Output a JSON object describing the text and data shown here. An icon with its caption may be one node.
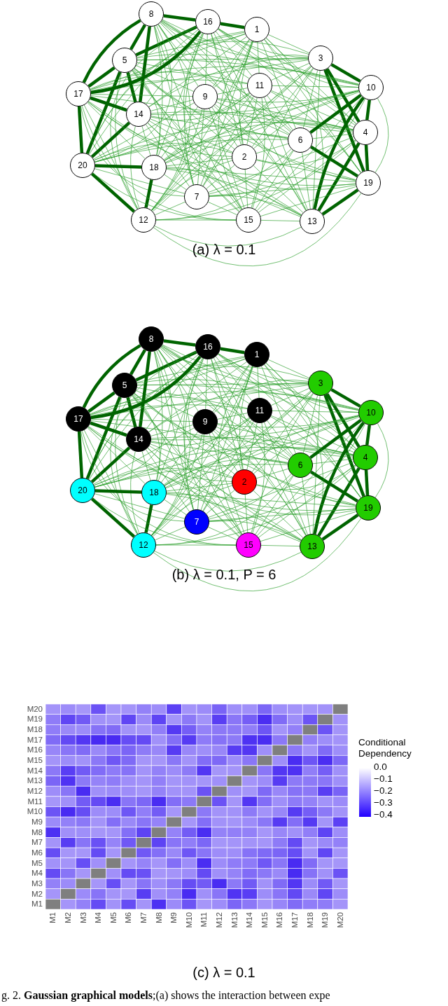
{
  "diagram": {
    "caption": "g. 2. **Gaussian graphical models**;(a) shows the interaction between expe",
    "nodes": [
      {
        "text": [
          "1"
        ]
      },
      {
        "text": [
          "2"
        ]
      },
      {
        "text": [
          "3"
        ]
      },
      {
        "text": [
          "4"
        ]
      },
      {
        "text": [
          "5"
        ]
      },
      {
        "text": [
          "6"
        ]
      },
      {
        "text": [
          "7"
        ]
      },
      {
        "text": [
          "8"
        ]
      },
      {
        "text": [
          "9"
        ]
      },
      {
        "text": [
          "10"
        ]
      },
      {
        "text": [
          "11"
        ]
      },
      {
        "text": [
          "12"
        ]
      },
      {
        "text": [
          "13"
        ]
      },
      {
        "text": [
          "14"
        ]
      },
      {
        "text": [
          "15"
        ]
      },
      {
        "text": [
          "16"
        ]
      },
      {
        "text": [
          "17"
        ]
      },
      {
        "text": [
          "18"
        ]
      },
      {
        "text": [
          "19"
        ]
      },
      {
        "text": [
          "20"
        ]
      },
      {
        "text": [
          "1"
        ]
      },
      {
        "text": [
          "2"
        ]
      },
      {
        "text": [
          "3"
        ]
      },
      {
        "text": [
          "4"
        ]
      },
      {
        "text": [
          "5"
        ]
      },
      {
        "text": [
          "6"
        ]
      },
      {
        "text": [
          "7"
        ]
      },
      {
        "text": [
          "8"
        ]
      },
      {
        "text": [
          "9"
        ]
      },
      {
        "text": [
          "10"
        ]
      },
      {
        "text": [
          "11"
        ]
      },
      {
        "text": [
          "12"
        ]
      },
      {
        "text": [
          "13"
        ]
      },
      {
        "text": [
          "14"
        ]
      },
      {
        "text": [
          "15"
        ]
      },
      {
        "text": [
          "16"
        ]
      },
      {
        "text": [
          "17"
        ]
      },
      {
        "text": [
          "18"
        ]
      },
      {
        "text": [
          "19"
        ]
      },
      {
        "text": [
          "20"
        ]
      }
    ],
    "edges": [
      {
        "from": 0,
        "to": 1,
        "arrow": "none"
      },
      {
        "from": 0,
        "to": 2,
        "arrow": "none"
      },
      {
        "from": 0,
        "to": 3,
        "arrow": "none"
      },
      {
        "from": 0,
        "to": 4,
        "arrow": "none"
      },
      {
        "from": 0,
        "to": 5,
        "arrow": "none"
      },
      {
        "from": 0,
        "to": 6,
        "arrow": "none"
      },
      {
        "from": 0,
        "to": 7,
        "arrow": "none"
      },
      {
        "from": 0,
        "to": 8,
        "arrow": "none"
      },
      {
        "from": 0,
        "to": 9,
        "arrow": "none"
      },
      {
        "from": 0,
        "to": 10,
        "arrow": "none"
      },
      {
        "from": 0,
        "to": 11,
        "arrow": "none"
      },
      {
        "from": 0,
        "to": 12,
        "arrow": "none"
      },
      {
        "from": 0,
        "to": 13,
        "arrow": "none"
      },
      {
        "from": 0,
        "to": 14,
        "arrow": "none"
      },
      {
        "from": 0,
        "to": 15,
        "arrow": "none",
        "style": "thick",
        "color": "#006400"
      },
      {
        "from": 0,
        "to": 16,
        "arrow": "none"
      },
      {
        "from": 0,
        "to": 17,
        "arrow": "none"
      },
      {
        "from": 0,
        "to": 18,
        "arrow": "none"
      },
      {
        "from": 0,
        "to": 19,
        "arrow": "none"
      },
      {
        "from": 1,
        "to": 2,
        "arrow": "none"
      },
      {
        "from": 1,
        "to": 3,
        "arrow": "none"
      },
      {
        "from": 1,
        "to": 4,
        "arrow": "none"
      },
      {
        "from": 1,
        "to": 5,
        "arrow": "none"
      },
      {
        "from": 1,
        "to": 6,
        "arrow": "none"
      },
      {
        "from": 1,
        "to": 7,
        "arrow": "none"
      },
      {
        "from": 1,
        "to": 8,
        "arrow": "none"
      },
      {
        "from": 1,
        "to": 9,
        "arrow": "none"
      },
      {
        "from": 1,
        "to": 10,
        "arrow": "none"
      },
      {
        "from": 1,
        "to": 11,
        "arrow": "none"
      },
      {
        "from": 1,
        "to": 12,
        "arrow": "none"
      },
      {
        "from": 1,
        "to": 13,
        "arrow": "none"
      },
      {
        "from": 1,
        "to": 14,
        "arrow": "none"
      },
      {
        "from": 1,
        "to": 15,
        "arrow": "none"
      },
      {
        "from": 1,
        "to": 16,
        "arrow": "none"
      },
      {
        "from": 1,
        "to": 17,
        "arrow": "none"
      },
      {
        "from": 1,
        "to": 18,
        "arrow": "none"
      },
      {
        "from": 1,
        "to": 19,
        "arrow": "none"
      },
      {
        "from": 2,
        "to": 3,
        "arrow": "none",
        "style": "thick",
        "color": "#006400"
      },
      {
        "from": 2,
        "to": 4,
        "arrow": "none"
      },
      {
        "from": 2,
        "to": 5,
        "arrow": "none"
      },
      {
        "from": 2,
        "to": 6,
        "arrow": "none"
      },
      {
        "from": 2,
        "to": 7,
        "arrow": "none"
      },
      {
        "from": 2,
        "to": 8,
        "arrow": "none"
      },
      {
        "from": 2,
        "to": 9,
        "arrow": "none",
        "style": "thick",
        "color": "#006400"
      },
      {
        "from": 2,
        "to": 10,
        "arrow": "none"
      },
      {
        "from": 2,
        "to": 11,
        "arrow": "none"
      },
      {
        "from": 2,
        "to": 12,
        "arrow": "none"
      },
      {
        "from": 2,
        "to": 13,
        "arrow": "none"
      },
      {
        "from": 2,
        "to": 14,
        "arrow": "none"
      },
      {
        "from": 2,
        "to": 15,
        "arrow": "none"
      },
      {
        "from": 2,
        "to": 16,
        "arrow": "none"
      },
      {
        "from": 2,
        "to": 17,
        "arrow": "none"
      },
      {
        "from": 2,
        "to": 18,
        "arrow": "none",
        "style": "thick",
        "color": "#006400"
      },
      {
        "from": 2,
        "to": 19,
        "arrow": "none"
      },
      {
        "from": 3,
        "to": 4,
        "arrow": "none"
      },
      {
        "from": 3,
        "to": 5,
        "arrow": "none"
      },
      {
        "from": 3,
        "to": 6,
        "arrow": "none"
      },
      {
        "from": 3,
        "to": 7,
        "arrow": "none"
      },
      {
        "from": 3,
        "to": 8,
        "arrow": "none"
      },
      {
        "from": 3,
        "to": 9,
        "arrow": "none",
        "style": "thick",
        "color": "#006400"
      },
      {
        "from": 3,
        "to": 10,
        "arrow": "none"
      },
      {
        "from": 3,
        "to": 11,
        "arrow": "none"
      },
      {
        "from": 3,
        "to": 12,
        "arrow": "none",
        "style": "thick",
        "color": "#006400"
      },
      {
        "from": 3,
        "to": 13,
        "arrow": "none"
      },
      {
        "from": 3,
        "to": 14,
        "arrow": "none"
      },
      {
        "from": 3,
        "to": 15,
        "arrow": "none"
      },
      {
        "from": 3,
        "to": 16,
        "arrow": "none"
      },
      {
        "from": 3,
        "to": 17,
        "arrow": "none"
      },
      {
        "from": 3,
        "to": 18,
        "arrow": "none",
        "style": "thick",
        "color": "#006400"
      },
      {
        "from": 3,
        "to": 19,
        "arrow": "none"
      },
      {
        "from": 4,
        "to": 5,
        "arrow": "none"
      },
      {
        "from": 4,
        "to": 6,
        "arrow": "none"
      },
      {
        "from": 4,
        "to": 7,
        "arrow": "none",
        "style": "thick",
        "color": "#006400"
      },
      {
        "from": 4,
        "to": 8,
        "arrow": "none"
      },
      {
        "from": 4,
        "to": 9,
        "arrow": "none"
      },
      {
        "from": 4,
        "to": 10,
        "arrow": "none"
      },
      {
        "from": 4,
        "to": 11,
        "arrow": "none"
      },
      {
        "from": 4,
        "to": 12,
        "arrow": "none"
      },
      {
        "from": 4,
        "to": 13,
        "arrow": "none",
        "style": "thick",
        "color": "#006400"
      },
      {
        "from": 4,
        "to": 14,
        "arrow": "none"
      },
      {
        "from": 4,
        "to": 15,
        "arrow": "none",
        "style": "thick",
        "color": "#006400"
      },
      {
        "from": 4,
        "to": 16,
        "arrow": "none",
        "style": "thick",
        "color": "#006400"
      },
      {
        "from": 4,
        "to": 17,
        "arrow": "none"
      },
      {
        "from": 4,
        "to": 18,
        "arrow": "none"
      },
      {
        "from": 4,
        "to": 19,
        "arrow": "none",
        "style": "thick",
        "color": "#006400"
      },
      {
        "from": 5,
        "to": 6,
        "arrow": "none"
      },
      {
        "from": 5,
        "to": 7,
        "arrow": "none"
      },
      {
        "from": 5,
        "to": 8,
        "arrow": "none"
      },
      {
        "from": 5,
        "to": 9,
        "arrow": "none",
        "style": "thick",
        "color": "#006400"
      },
      {
        "from": 5,
        "to": 10,
        "arrow": "none"
      },
      {
        "from": 5,
        "to": 11,
        "arrow": "none"
      },
      {
        "from": 5,
        "to": 12,
        "arrow": "none"
      },
      {
        "from": 5,
        "to": 13,
        "arrow": "none"
      },
      {
        "from": 5,
        "to": 14,
        "arrow": "none"
      },
      {
        "from": 5,
        "to": 15,
        "arrow": "none"
      },
      {
        "from": 5,
        "to": 16,
        "arrow": "none"
      },
      {
        "from": 5,
        "to": 17,
        "arrow": "none"
      },
      {
        "from": 5,
        "to": 18,
        "arrow": "none",
        "style": "thick",
        "color": "#006400"
      },
      {
        "from": 5,
        "to": 19,
        "arrow": "none"
      },
      {
        "from": 6,
        "to": 7,
        "arrow": "none"
      },
      {
        "from": 6,
        "to": 8,
        "arrow": "none"
      },
      {
        "from": 6,
        "to": 9,
        "arrow": "none"
      },
      {
        "from": 6,
        "to": 10,
        "arrow": "none"
      },
      {
        "from": 6,
        "to": 11,
        "arrow": "none"
      },
      {
        "from": 6,
        "to": 12,
        "arrow": "none"
      },
      {
        "from": 6,
        "to": 13,
        "arrow": "none"
      },
      {
        "from": 6,
        "to": 14,
        "arrow": "none"
      },
      {
        "from": 6,
        "to": 15,
        "arrow": "none"
      },
      {
        "from": 6,
        "to": 16,
        "arrow": "none"
      },
      {
        "from": 6,
        "to": 17,
        "arrow": "none"
      },
      {
        "from": 6,
        "to": 18,
        "arrow": "none"
      },
      {
        "from": 6,
        "to": 19,
        "arrow": "none"
      },
      {
        "from": 7,
        "to": 8,
        "arrow": "none"
      },
      {
        "from": 7,
        "to": 9,
        "arrow": "none"
      },
      {
        "from": 7,
        "to": 10,
        "arrow": "none"
      },
      {
        "from": 7,
        "to": 11,
        "arrow": "none"
      },
      {
        "from": 7,
        "to": 12,
        "arrow": "none"
      },
      {
        "from": 7,
        "to": 13,
        "arrow": "none",
        "style": "thick",
        "color": "#006400"
      },
      {
        "from": 7,
        "to": 14,
        "arrow": "none"
      },
      {
        "from": 7,
        "to": 15,
        "arrow": "none",
        "style": "thick",
        "color": "#006400"
      },
      {
        "from": 7,
        "to": 16,
        "arrow": "none",
        "style": "thick",
        "color": "#006400"
      },
      {
        "from": 7,
        "to": 17,
        "arrow": "none"
      },
      {
        "from": 7,
        "to": 19,
        "arrow": "none"
      },
      {
        "from": 8,
        "to": 9,
        "arrow": "none"
      },
      {
        "from": 8,
        "to": 10,
        "arrow": "none"
      },
      {
        "from": 8,
        "to": 11,
        "arrow": "none"
      },
      {
        "from": 8,
        "to": 12,
        "arrow": "none"
      },
      {
        "from": 8,
        "to": 13,
        "arrow": "none"
      },
      {
        "from": 8,
        "to": 14,
        "arrow": "none"
      },
      {
        "from": 8,
        "to": 15,
        "arrow": "none"
      },
      {
        "from": 8,
        "to": 16,
        "arrow": "none"
      },
      {
        "from": 8,
        "to": 17,
        "arrow": "none"
      },
      {
        "from": 8,
        "to": 18,
        "arrow": "none"
      },
      {
        "from": 8,
        "to": 19,
        "arrow": "none"
      },
      {
        "from": 9,
        "to": 10,
        "arrow": "none"
      },
      {
        "from": 9,
        "to": 11,
        "arrow": "none"
      },
      {
        "from": 9,
        "to": 12,
        "arrow": "none",
        "style": "thick",
        "color": "#006400"
      },
      {
        "from": 9,
        "to": 13,
        "arrow": "none"
      },
      {
        "from": 9,
        "to": 14,
        "arrow": "none"
      },
      {
        "from": 9,
        "to": 15,
        "arrow": "none"
      },
      {
        "from": 9,
        "to": 16,
        "arrow": "none"
      },
      {
        "from": 9,
        "to": 17,
        "arrow": "none"
      },
      {
        "from": 9,
        "to": 18,
        "arrow": "none"
      },
      {
        "from": 9,
        "to": 19,
        "arrow": "none"
      },
      {
        "from": 10,
        "to": 11,
        "arrow": "none"
      },
      {
        "from": 10,
        "to": 12,
        "arrow": "none"
      },
      {
        "from": 10,
        "to": 13,
        "arrow": "none"
      },
      {
        "from": 10,
        "to": 14,
        "arrow": "none"
      },
      {
        "from": 10,
        "to": 15,
        "arrow": "none"
      },
      {
        "from": 10,
        "to": 16,
        "arrow": "none"
      },
      {
        "from": 10,
        "to": 17,
        "arrow": "none"
      },
      {
        "from": 10,
        "to": 18,
        "arrow": "none"
      },
      {
        "from": 10,
        "to": 19,
        "arrow": "none"
      },
      {
        "from": 11,
        "to": 12,
        "arrow": "none"
      },
      {
        "from": 11,
        "to": 13,
        "arrow": "none"
      },
      {
        "from": 11,
        "to": 14,
        "arrow": "none"
      },
      {
        "from": 11,
        "to": 15,
        "arrow": "none"
      },
      {
        "from": 11,
        "to": 16,
        "arrow": "none"
      },
      {
        "from": 11,
        "to": 17,
        "arrow": "none",
        "style": "thick",
        "color": "#006400"
      },
      {
        "from": 11,
        "to": 18,
        "arrow": "none"
      },
      {
        "from": 11,
        "to": 19,
        "arrow": "none",
        "style": "thick",
        "color": "#006400"
      },
      {
        "from": 12,
        "to": 13,
        "arrow": "none"
      },
      {
        "from": 12,
        "to": 14,
        "arrow": "none"
      },
      {
        "from": 12,
        "to": 15,
        "arrow": "none"
      },
      {
        "from": 12,
        "to": 16,
        "arrow": "none"
      },
      {
        "from": 12,
        "to": 17,
        "arrow": "none"
      },
      {
        "from": 12,
        "to": 18,
        "arrow": "none",
        "style": "thick",
        "color": "#006400"
      },
      {
        "from": 13,
        "to": 14,
        "arrow": "none"
      },
      {
        "from": 13,
        "to": 15,
        "arrow": "none"
      },
      {
        "from": 13,
        "to": 16,
        "arrow": "none",
        "style": "thick",
        "color": "#006400"
      },
      {
        "from": 13,
        "to": 17,
        "arrow": "none"
      },
      {
        "from": 13,
        "to": 18,
        "arrow": "none"
      },
      {
        "from": 13,
        "to": 19,
        "arrow": "none",
        "style": "thick",
        "color": "#006400"
      },
      {
        "from": 14,
        "to": 15,
        "arrow": "none"
      },
      {
        "from": 14,
        "to": 16,
        "arrow": "none"
      },
      {
        "from": 14,
        "to": 17,
        "arrow": "none"
      },
      {
        "from": 14,
        "to": 18,
        "arrow": "none"
      },
      {
        "from": 14,
        "to": 19,
        "arrow": "none"
      },
      {
        "from": 15,
        "to": 16,
        "arrow": "none",
        "style": "thick",
        "color": "#006400"
      },
      {
        "from": 15,
        "to": 17,
        "arrow": "none"
      },
      {
        "from": 15,
        "to": 18,
        "arrow": "none"
      },
      {
        "from": 15,
        "to": 19,
        "arrow": "none"
      },
      {
        "from": 16,
        "to": 17,
        "arrow": "none"
      },
      {
        "from": 16,
        "to": 18,
        "arrow": "none"
      },
      {
        "from": 16,
        "to": 19,
        "arrow": "none",
        "style": "thick",
        "color": "#006400"
      },
      {
        "from": 17,
        "to": 18,
        "arrow": "none"
      },
      {
        "from": 17,
        "to": 19,
        "arrow": "none",
        "style": "thick",
        "color": "#006400"
      },
      {
        "from": 20,
        "to": 21,
        "arrow": "none"
      },
      {
        "from": 20,
        "to": 22,
        "arrow": "none"
      },
      {
        "from": 20,
        "to": 23,
        "arrow": "none"
      },
      {
        "from": 20,
        "to": 24,
        "arrow": "none"
      },
      {
        "from": 20,
        "to": 25,
        "arrow": "none"
      },
      {
        "from": 20,
        "to": 26,
        "arrow": "none"
      },
      {
        "from": 20,
        "to": 27,
        "arrow": "none"
      },
      {
        "from": 20,
        "to": 28,
        "arrow": "none"
      },
      {
        "from": 20,
        "to": 29,
        "arrow": "none"
      },
      {
        "from": 20,
        "to": 30,
        "arrow": "none"
      },
      {
        "from": 20,
        "to": 31,
        "arrow": "none"
      },
      {
        "from": 20,
        "to": 32,
        "arrow": "none"
      },
      {
        "from": 20,
        "to": 33,
        "arrow": "none"
      },
      {
        "from": 20,
        "to": 34,
        "arrow": "none"
      },
      {
        "from": 20,
        "to": 35,
        "arrow": "none",
        "style": "thick",
        "color": "#006400"
      },
      {
        "from": 20,
        "to": 36,
        "arrow": "none"
      },
      {
        "from": 20,
        "to": 37,
        "arrow": "none"
      },
      {
        "from": 20,
        "to": 38,
        "arrow": "none"
      },
      {
        "from": 20,
        "to": 39,
        "arrow": "none"
      },
      {
        "from": 21,
        "to": 22,
        "arrow": "none"
      },
      {
        "from": 21,
        "to": 23,
        "arrow": "none"
      },
      {
        "from": 21,
        "to": 24,
        "arrow": "none"
      },
      {
        "from": 21,
        "to": 25,
        "arrow": "none"
      },
      {
        "from": 21,
        "to": 26,
        "arrow": "none"
      },
      {
        "from": 21,
        "to": 27,
        "arrow": "none"
      },
      {
        "from": 21,
        "to": 28,
        "arrow": "none"
      },
      {
        "from": 21,
        "to": 29,
        "arrow": "none"
      },
      {
        "from": 21,
        "to": 30,
        "arrow": "none"
      },
      {
        "from": 21,
        "to": 31,
        "arrow": "none"
      },
      {
        "from": 21,
        "to": 32,
        "arrow": "none"
      },
      {
        "from": 21,
        "to": 33,
        "arrow": "none"
      },
      {
        "from": 21,
        "to": 34,
        "arrow": "none"
      },
      {
        "from": 21,
        "to": 35,
        "arrow": "none"
      },
      {
        "from": 21,
        "to": 36,
        "arrow": "none"
      },
      {
        "from": 21,
        "to": 37,
        "arrow": "none"
      },
      {
        "from": 21,
        "to": 38,
        "arrow": "none"
      },
      {
        "from": 21,
        "to": 39,
        "arrow": "none"
      },
      {
        "from": 22,
        "to": 23,
        "arrow": "none",
        "style": "thick",
        "color": "#006400"
      },
      {
        "from": 22,
        "to": 24,
        "arrow": "none"
      },
      {
        "from": 22,
        "to": 25,
        "arrow": "none"
      },
      {
        "from": 22,
        "to": 26,
        "arrow": "none"
      },
      {
        "from": 22,
        "to": 27,
        "arrow": "none"
      },
      {
        "from": 22,
        "to": 28,
        "arrow": "none"
      },
      {
        "from": 22,
        "to": 29,
        "arrow": "none",
        "style": "thick",
        "color": "#006400"
      },
      {
        "from": 22,
        "to": 30,
        "arrow": "none"
      },
      {
        "from": 22,
        "to": 31,
        "arrow": "none"
      },
      {
        "from": 22,
        "to": 32,
        "arrow": "none"
      },
      {
        "from": 22,
        "to": 33,
        "arrow": "none"
      },
      {
        "from": 22,
        "to": 34,
        "arrow": "none"
      },
      {
        "from": 22,
        "to": 35,
        "arrow": "none"
      },
      {
        "from": 22,
        "to": 36,
        "arrow": "none"
      },
      {
        "from": 22,
        "to": 37,
        "arrow": "none"
      },
      {
        "from": 22,
        "to": 38,
        "arrow": "none",
        "style": "thick",
        "color": "#006400"
      },
      {
        "from": 22,
        "to": 39,
        "arrow": "none"
      },
      {
        "from": 23,
        "to": 24,
        "arrow": "none"
      },
      {
        "from": 23,
        "to": 25,
        "arrow": "none"
      },
      {
        "from": 23,
        "to": 26,
        "arrow": "none"
      },
      {
        "from": 23,
        "to": 27,
        "arrow": "none"
      },
      {
        "from": 23,
        "to": 28,
        "arrow": "none"
      },
      {
        "from": 23,
        "to": 29,
        "arrow": "none",
        "style": "thick",
        "color": "#006400"
      },
      {
        "from": 23,
        "to": 30,
        "arrow": "none"
      },
      {
        "from": 23,
        "to": 31,
        "arrow": "none"
      },
      {
        "from": 23,
        "to": 32,
        "arrow": "none",
        "style": "thick",
        "color": "#006400"
      },
      {
        "from": 23,
        "to": 33,
        "arrow": "none"
      },
      {
        "from": 23,
        "to": 34,
        "arrow": "none"
      },
      {
        "from": 23,
        "to": 35,
        "arrow": "none"
      },
      {
        "from": 23,
        "to": 36,
        "arrow": "none"
      },
      {
        "from": 23,
        "to": 37,
        "arrow": "none"
      },
      {
        "from": 23,
        "to": 38,
        "arrow": "none",
        "style": "thick",
        "color": "#006400"
      },
      {
        "from": 23,
        "to": 39,
        "arrow": "none"
      },
      {
        "from": 24,
        "to": 25,
        "arrow": "none"
      },
      {
        "from": 24,
        "to": 26,
        "arrow": "none"
      },
      {
        "from": 24,
        "to": 27,
        "arrow": "none",
        "style": "thick",
        "color": "#006400"
      },
      {
        "from": 24,
        "to": 28,
        "arrow": "none"
      },
      {
        "from": 24,
        "to": 29,
        "arrow": "none"
      },
      {
        "from": 24,
        "to": 30,
        "arrow": "none"
      },
      {
        "from": 24,
        "to": 31,
        "arrow": "none"
      },
      {
        "from": 24,
        "to": 32,
        "arrow": "none"
      },
      {
        "from": 24,
        "to": 33,
        "arrow": "none",
        "style": "thick",
        "color": "#006400"
      },
      {
        "from": 24,
        "to": 34,
        "arrow": "none"
      },
      {
        "from": 24,
        "to": 35,
        "arrow": "none",
        "style": "thick",
        "color": "#006400"
      },
      {
        "from": 24,
        "to": 36,
        "arrow": "none",
        "style": "thick",
        "color": "#006400"
      },
      {
        "from": 24,
        "to": 37,
        "arrow": "none"
      },
      {
        "from": 24,
        "to": 38,
        "arrow": "none"
      },
      {
        "from": 24,
        "to": 39,
        "arrow": "none",
        "style": "thick",
        "color": "#006400"
      },
      {
        "from": 25,
        "to": 26,
        "arrow": "none"
      },
      {
        "from": 25,
        "to": 27,
        "arrow": "none"
      },
      {
        "from": 25,
        "to": 28,
        "arrow": "none"
      },
      {
        "from": 25,
        "to": 29,
        "arrow": "none",
        "style": "thick",
        "color": "#006400"
      },
      {
        "from": 25,
        "to": 30,
        "arrow": "none"
      },
      {
        "from": 25,
        "to": 31,
        "arrow": "none"
      },
      {
        "from": 25,
        "to": 32,
        "arrow": "none"
      },
      {
        "from": 25,
        "to": 33,
        "arrow": "none"
      },
      {
        "from": 25,
        "to": 34,
        "arrow": "none"
      },
      {
        "from": 25,
        "to": 35,
        "arrow": "none"
      },
      {
        "from": 25,
        "to": 36,
        "arrow": "none"
      },
      {
        "from": 25,
        "to": 37,
        "arrow": "none"
      },
      {
        "from": 25,
        "to": 38,
        "arrow": "none",
        "style": "thick",
        "color": "#006400"
      },
      {
        "from": 25,
        "to": 39,
        "arrow": "none"
      },
      {
        "from": 26,
        "to": 27,
        "arrow": "none"
      },
      {
        "from": 26,
        "to": 28,
        "arrow": "none"
      },
      {
        "from": 26,
        "to": 29,
        "arrow": "none"
      },
      {
        "from": 26,
        "to": 30,
        "arrow": "none"
      },
      {
        "from": 26,
        "to": 31,
        "arrow": "none"
      },
      {
        "from": 26,
        "to": 32,
        "arrow": "none"
      },
      {
        "from": 26,
        "to": 33,
        "arrow": "none"
      },
      {
        "from": 26,
        "to": 34,
        "arrow": "none"
      },
      {
        "from": 26,
        "to": 35,
        "arrow": "none"
      },
      {
        "from": 26,
        "to": 36,
        "arrow": "none"
      },
      {
        "from": 26,
        "to": 37,
        "arrow": "none"
      },
      {
        "from": 26,
        "to": 38,
        "arrow": "none"
      },
      {
        "from": 26,
        "to": 39,
        "arrow": "none"
      },
      {
        "from": 27,
        "to": 28,
        "arrow": "none"
      },
      {
        "from": 27,
        "to": 29,
        "arrow": "none"
      },
      {
        "from": 27,
        "to": 30,
        "arrow": "none"
      },
      {
        "from": 27,
        "to": 31,
        "arrow": "none"
      },
      {
        "from": 27,
        "to": 32,
        "arrow": "none"
      },
      {
        "from": 27,
        "to": 33,
        "arrow": "none",
        "style": "thick",
        "color": "#006400"
      },
      {
        "from": 27,
        "to": 34,
        "arrow": "none"
      },
      {
        "from": 27,
        "to": 35,
        "arrow": "none",
        "style": "thick",
        "color": "#006400"
      },
      {
        "from": 27,
        "to": 36,
        "arrow": "none",
        "style": "thick",
        "color": "#006400"
      },
      {
        "from": 27,
        "to": 37,
        "arrow": "none"
      },
      {
        "from": 27,
        "to": 39,
        "arrow": "none"
      },
      {
        "from": 28,
        "to": 29,
        "arrow": "none"
      },
      {
        "from": 28,
        "to": 30,
        "arrow": "none"
      },
      {
        "from": 28,
        "to": 31,
        "arrow": "none"
      },
      {
        "from": 28,
        "to": 32,
        "arrow": "none"
      },
      {
        "from": 28,
        "to": 33,
        "arrow": "none"
      },
      {
        "from": 28,
        "to": 34,
        "arrow": "none"
      },
      {
        "from": 28,
        "to": 35,
        "arrow": "none"
      },
      {
        "from": 28,
        "to": 36,
        "arrow": "none"
      },
      {
        "from": 28,
        "to": 37,
        "arrow": "none"
      },
      {
        "from": 28,
        "to": 38,
        "arrow": "none"
      },
      {
        "from": 28,
        "to": 39,
        "arrow": "none"
      },
      {
        "from": 29,
        "to": 30,
        "arrow": "none"
      },
      {
        "from": 29,
        "to": 31,
        "arrow": "none"
      },
      {
        "from": 29,
        "to": 32,
        "arrow": "none",
        "style": "thick",
        "color": "#006400"
      },
      {
        "from": 29,
        "to": 33,
        "arrow": "none"
      },
      {
        "from": 29,
        "to": 34,
        "arrow": "none"
      },
      {
        "from": 29,
        "to": 35,
        "arrow": "none"
      },
      {
        "from": 29,
        "to": 36,
        "arrow": "none"
      },
      {
        "from": 29,
        "to": 37,
        "arrow": "none"
      },
      {
        "from": 29,
        "to": 38,
        "arrow": "none"
      },
      {
        "from": 29,
        "to": 39,
        "arrow": "none"
      },
      {
        "from": 30,
        "to": 31,
        "arrow": "none"
      },
      {
        "from": 30,
        "to": 32,
        "arrow": "none"
      },
      {
        "from": 30,
        "to": 33,
        "arrow": "none"
      },
      {
        "from": 30,
        "to": 34,
        "arrow": "none"
      },
      {
        "from": 30,
        "to": 35,
        "arrow": "none"
      },
      {
        "from": 30,
        "to": 36,
        "arrow": "none"
      },
      {
        "from": 30,
        "to": 37,
        "arrow": "none"
      },
      {
        "from": 30,
        "to": 38,
        "arrow": "none"
      },
      {
        "from": 30,
        "to": 39,
        "arrow": "none"
      },
      {
        "from": 31,
        "to": 32,
        "arrow": "none"
      },
      {
        "from": 31,
        "to": 33,
        "arrow": "none"
      },
      {
        "from": 31,
        "to": 34,
        "arrow": "none"
      },
      {
        "from": 31,
        "to": 35,
        "arrow": "none"
      },
      {
        "from": 31,
        "to": 36,
        "arrow": "none"
      },
      {
        "from": 31,
        "to": 37,
        "arrow": "none",
        "style": "thick",
        "color": "#006400"
      },
      {
        "from": 31,
        "to": 38,
        "arrow": "none"
      },
      {
        "from": 31,
        "to": 39,
        "arrow": "none",
        "style": "thick",
        "color": "#006400"
      },
      {
        "from": 32,
        "to": 33,
        "arrow": "none"
      },
      {
        "from": 32,
        "to": 34,
        "arrow": "none"
      },
      {
        "from": 32,
        "to": 35,
        "arrow": "none"
      },
      {
        "from": 32,
        "to": 36,
        "arrow": "none"
      },
      {
        "from": 32,
        "to": 37,
        "arrow": "none"
      },
      {
        "from": 32,
        "to": 38,
        "arrow": "none",
        "style": "thick",
        "color": "#006400"
      },
      {
        "from": 33,
        "to": 34,
        "arrow": "none"
      },
      {
        "from": 33,
        "to": 35,
        "arrow": "none"
      },
      {
        "from": 33,
        "to": 36,
        "arrow": "none",
        "style": "thick",
        "color": "#006400"
      },
      {
        "from": 33,
        "to": 37,
        "arrow": "none"
      },
      {
        "from": 33,
        "to": 38,
        "arrow": "none"
      },
      {
        "from": 33,
        "to": 39,
        "arrow": "none",
        "style": "thick",
        "color": "#006400"
      },
      {
        "from": 34,
        "to": 35,
        "arrow": "none"
      },
      {
        "from": 34,
        "to": 36,
        "arrow": "none"
      },
      {
        "from": 34,
        "to": 37,
        "arrow": "none"
      },
      {
        "from": 34,
        "to": 38,
        "arrow": "none"
      },
      {
        "from": 34,
        "to": 39,
        "arrow": "none"
      },
      {
        "from": 35,
        "to": 36,
        "arrow": "none",
        "style": "thick",
        "color": "#006400"
      },
      {
        "from": 35,
        "to": 37,
        "arrow": "none"
      },
      {
        "from": 35,
        "to": 38,
        "arrow": "none"
      },
      {
        "from": 35,
        "to": 39,
        "arrow": "none"
      },
      {
        "from": 36,
        "to": 37,
        "arrow": "none"
      },
      {
        "from": 36,
        "to": 38,
        "arrow": "none"
      },
      {
        "from": 36,
        "to": 39,
        "arrow": "none",
        "style": "thick",
        "color": "#006400"
      },
      {
        "from": 37,
        "to": 38,
        "arrow": "none"
      },
      {
        "from": 37,
        "to": 39,
        "arrow": "none",
        "style": "thick",
        "color": "#006400"
      }
    ],
    "labels": [
      "(a) λ = 0.1",
      "(b) λ = 0.1, P = 6",
      "M20",
      "M19",
      "M18",
      "M17",
      "M16",
      "M15",
      "M14",
      "M13",
      "M12",
      "M11",
      "M10",
      "M9",
      "M8",
      "M7",
      "M6",
      "M5",
      "M4",
      "M3",
      "M2",
      "M1",
      "M1",
      "M2",
      "M3",
      "M4",
      "M5",
      "M6",
      "M7",
      "M8",
      "M9",
      "M10",
      "M11",
      "M12",
      "M13",
      "M14",
      "M15",
      "M16",
      "M17",
      "M18",
      "M19",
      "M20",
      "Conditional Dependency",
      "0.0",
      "−0.1",
      "−0.2",
      "−0.3",
      "−0.4",
      "(c) λ = 0.1"
    ]
  }
}
